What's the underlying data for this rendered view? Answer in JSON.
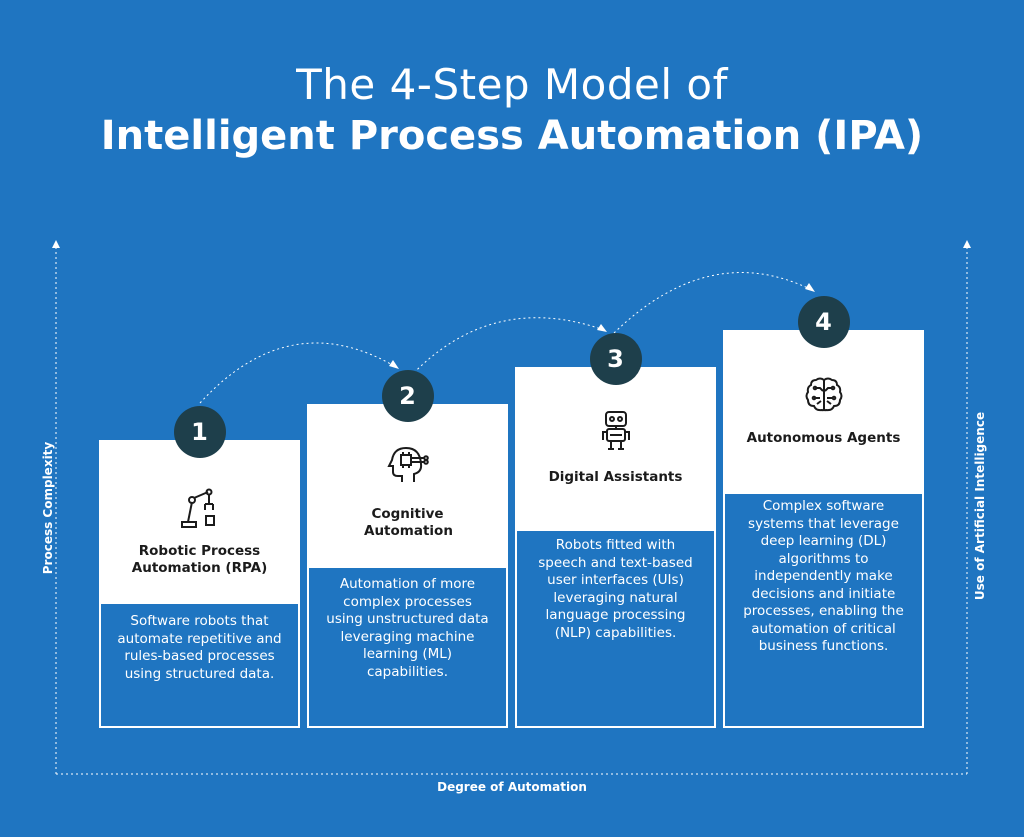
{
  "title": {
    "line1": "The 4-Step Model of",
    "line2": "Intelligent Process Automation (IPA)"
  },
  "axes": {
    "y_left": "Process Complexity",
    "y_right": "Use of Artificial Intelligence",
    "x": "Degree of Automation"
  },
  "steps": [
    {
      "number": "1",
      "title": "Robotic  Process Automation (RPA)",
      "description": "Software robots that automate repetitive and rules-based processes using structured data.",
      "icon": "robotic-arm-icon"
    },
    {
      "number": "2",
      "title": "Cognitive Automation",
      "description": "Automation of more complex processes using unstructured data leveraging machine learning (ML) capabilities.",
      "icon": "ai-head-icon"
    },
    {
      "number": "3",
      "title": "Digital Assistants",
      "description": "Robots fitted with speech and text-based user interfaces (UIs) leveraging natural language processing (NLP) capabilities.",
      "icon": "robot-icon"
    },
    {
      "number": "4",
      "title": "Autonomous Agents",
      "description": "Complex software systems that leverage deep learning (DL) algorithms to independently make decisions and initiate processes, enabling the automation of critical business functions.",
      "icon": "brain-circuit-icon"
    }
  ],
  "colors": {
    "background": "#1f75c1",
    "badge": "#1e3f4b",
    "card": "#ffffff",
    "text_dark": "#1b1b1b"
  }
}
